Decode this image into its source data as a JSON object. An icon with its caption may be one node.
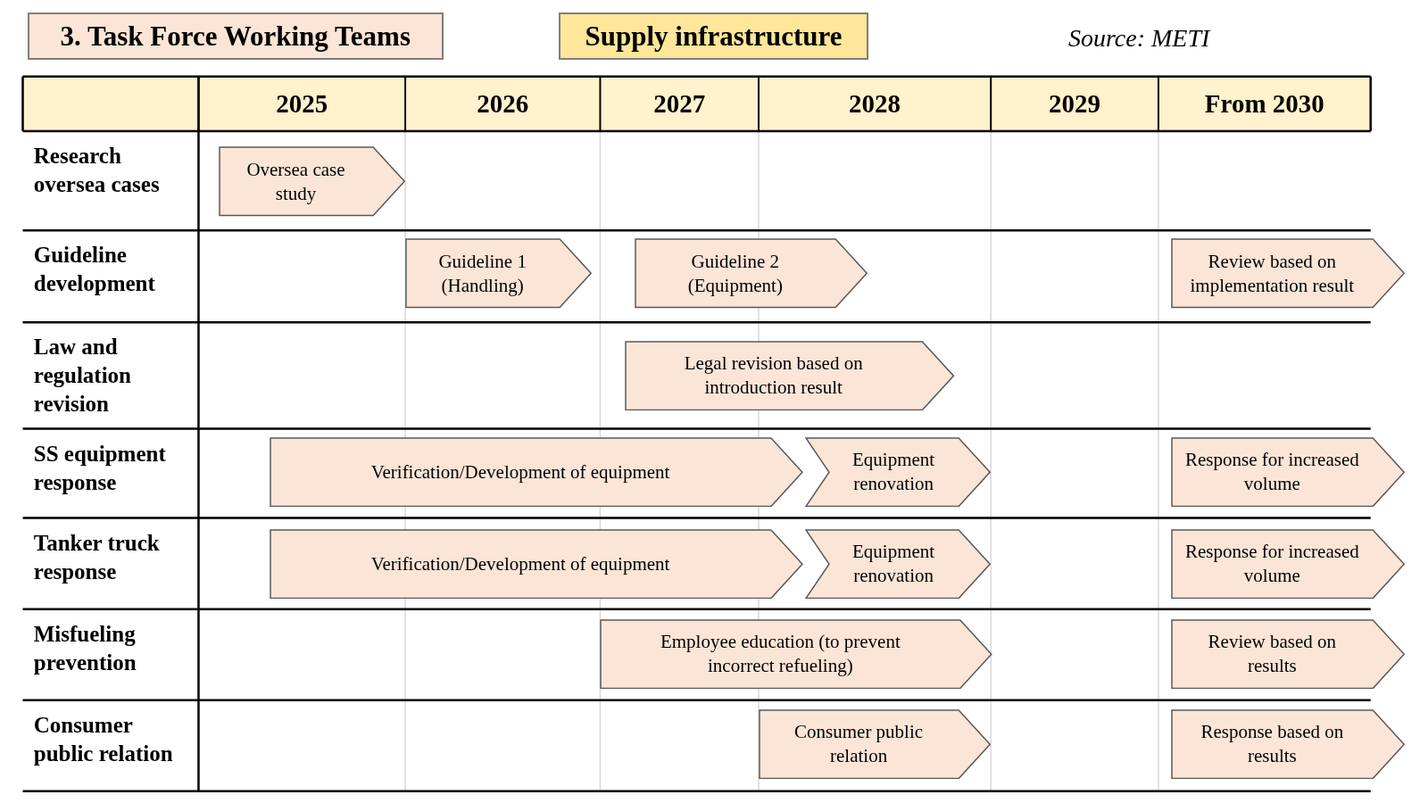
{
  "diagram": {
    "nodes": [
      {
        "text": [
          "3. Task Force Working Teams"
        ]
      },
      {
        "text": [
          "Supply infrastructure"
        ]
      },
      {
        "text": [
          "Oversea case study"
        ]
      },
      {
        "text": [
          "Guideline 1 (Handling)"
        ]
      },
      {
        "text": [
          "Guideline 2 (Equipment)"
        ]
      },
      {
        "text": [
          "Review based on implementation result"
        ]
      },
      {
        "text": [
          "Legal revision based on introduction result"
        ]
      },
      {
        "text": [
          "Verification/Development of equipment"
        ]
      },
      {
        "text": [
          "Equipment renovation"
        ]
      },
      {
        "text": [
          "Response for increased volume"
        ]
      },
      {
        "text": [
          "Verification/Development of equipment"
        ]
      },
      {
        "text": [
          "Equipment renovation"
        ]
      },
      {
        "text": [
          "Response for increased volume"
        ]
      },
      {
        "text": [
          "Employee education (to prevent incorrect refueling)"
        ]
      },
      {
        "text": [
          "Review based on results"
        ]
      },
      {
        "text": [
          "Consumer public relation"
        ]
      },
      {
        "text": [
          "Response based on results"
        ]
      }
    ],
    "labels": [
      "Source: METI",
      "2025",
      "2026",
      "2027",
      "2028",
      "2029",
      "From 2030",
      "Research oversea cases",
      "Guideline development",
      "Law and regulation revision",
      "SS equipment response",
      "Tanker truck response",
      "Misfueling prevention",
      "Consumer public relation"
    ]
  }
}
